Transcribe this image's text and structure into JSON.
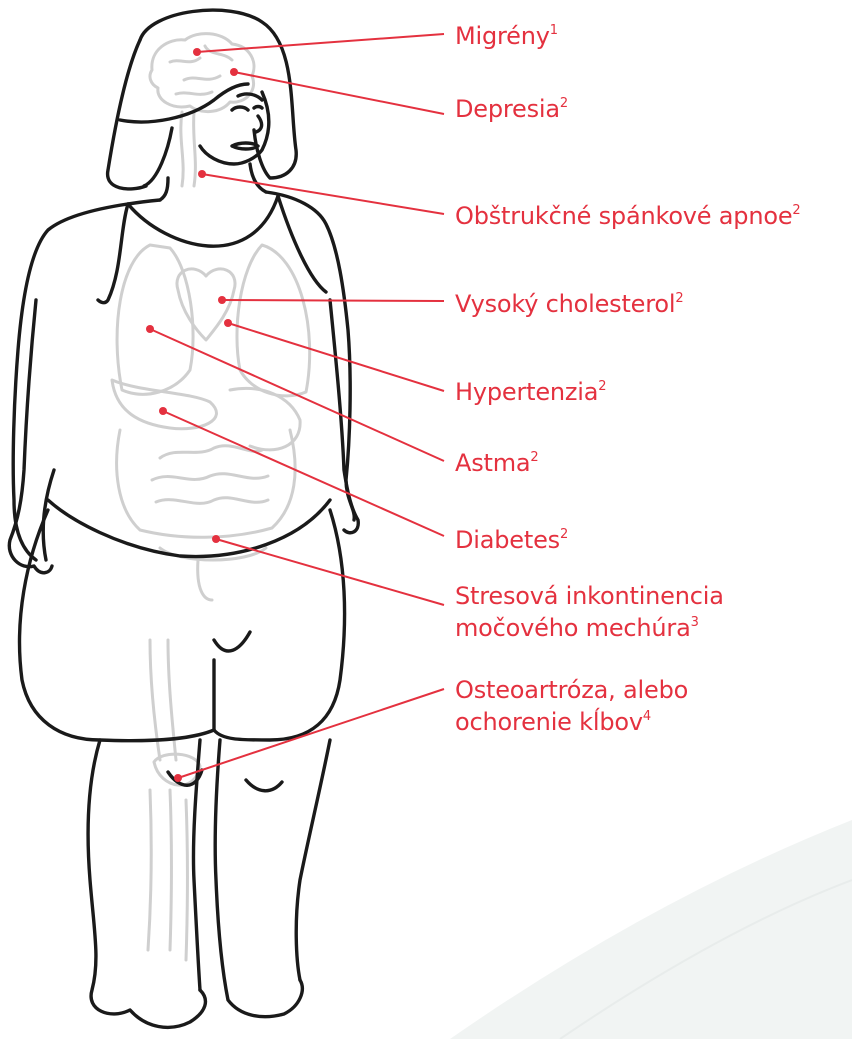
{
  "colors": {
    "accent": "#e4313f",
    "outline": "#1a1a1a",
    "organs": "#cfcfcf",
    "background": "#ffffff",
    "swoosh": "#f1f4f3"
  },
  "figure": {
    "icon": "woman-with-obesity-anatomy-illustration"
  },
  "callouts": [
    {
      "id": "migrany",
      "text": "Migrény",
      "sup": "1"
    },
    {
      "id": "depresia",
      "text": "Depresia",
      "sup": "2"
    },
    {
      "id": "apnoe",
      "text": "Obštrukčné spánkové apnoe",
      "sup": "2"
    },
    {
      "id": "cholesterol",
      "text": "Vysoký cholesterol",
      "sup": "2"
    },
    {
      "id": "hypertenzia",
      "text": "Hypertenzia",
      "sup": "2"
    },
    {
      "id": "astma",
      "text": "Astma",
      "sup": "2"
    },
    {
      "id": "diabetes",
      "text": "Diabetes",
      "sup": "2"
    },
    {
      "id": "inkontinencia",
      "lines": [
        "Stresová inkontinencia",
        "močového mechúra"
      ],
      "sup": "3"
    },
    {
      "id": "osteoartroza",
      "lines": [
        "Osteoartróza, alebo",
        "ochorenie kĺbov"
      ],
      "sup": "4"
    }
  ]
}
